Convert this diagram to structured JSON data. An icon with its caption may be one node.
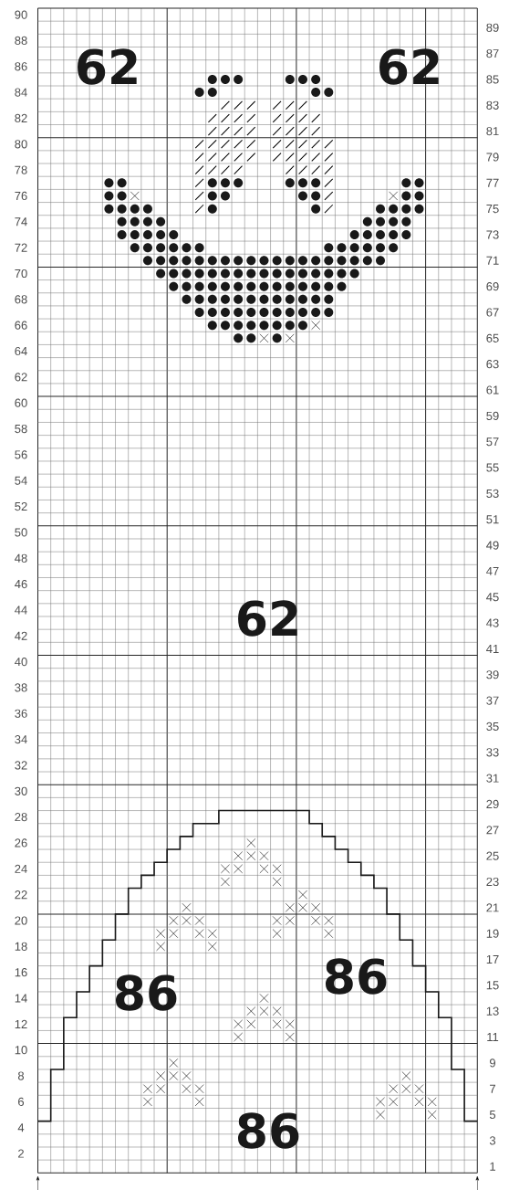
{
  "diagram": {
    "labels": [
      "90",
      "89",
      "88",
      "87",
      "86",
      "85",
      "84",
      "83",
      "82",
      "81",
      "80",
      "79",
      "78",
      "77",
      "76",
      "75",
      "74",
      "73",
      "72",
      "71",
      "70",
      "69",
      "68",
      "67",
      "66",
      "65",
      "64",
      "63",
      "62",
      "61",
      "60",
      "59",
      "58",
      "57",
      "56",
      "55",
      "54",
      "53",
      "52",
      "51",
      "50",
      "49",
      "48",
      "47",
      "46",
      "45",
      "44",
      "43",
      "42",
      "41",
      "40",
      "39",
      "38",
      "37",
      "36",
      "35",
      "34",
      "33",
      "32",
      "31",
      "30",
      "29",
      "28",
      "27",
      "26",
      "25",
      "24",
      "23",
      "22",
      "21",
      "20",
      "19",
      "18",
      "17",
      "16",
      "15",
      "14",
      "13",
      "12",
      "11",
      "10",
      "9",
      "8",
      "7",
      "6",
      "5",
      "4",
      "3",
      "2",
      "1",
      "62",
      "62",
      "62",
      "86",
      "86",
      "86"
    ]
  }
}
